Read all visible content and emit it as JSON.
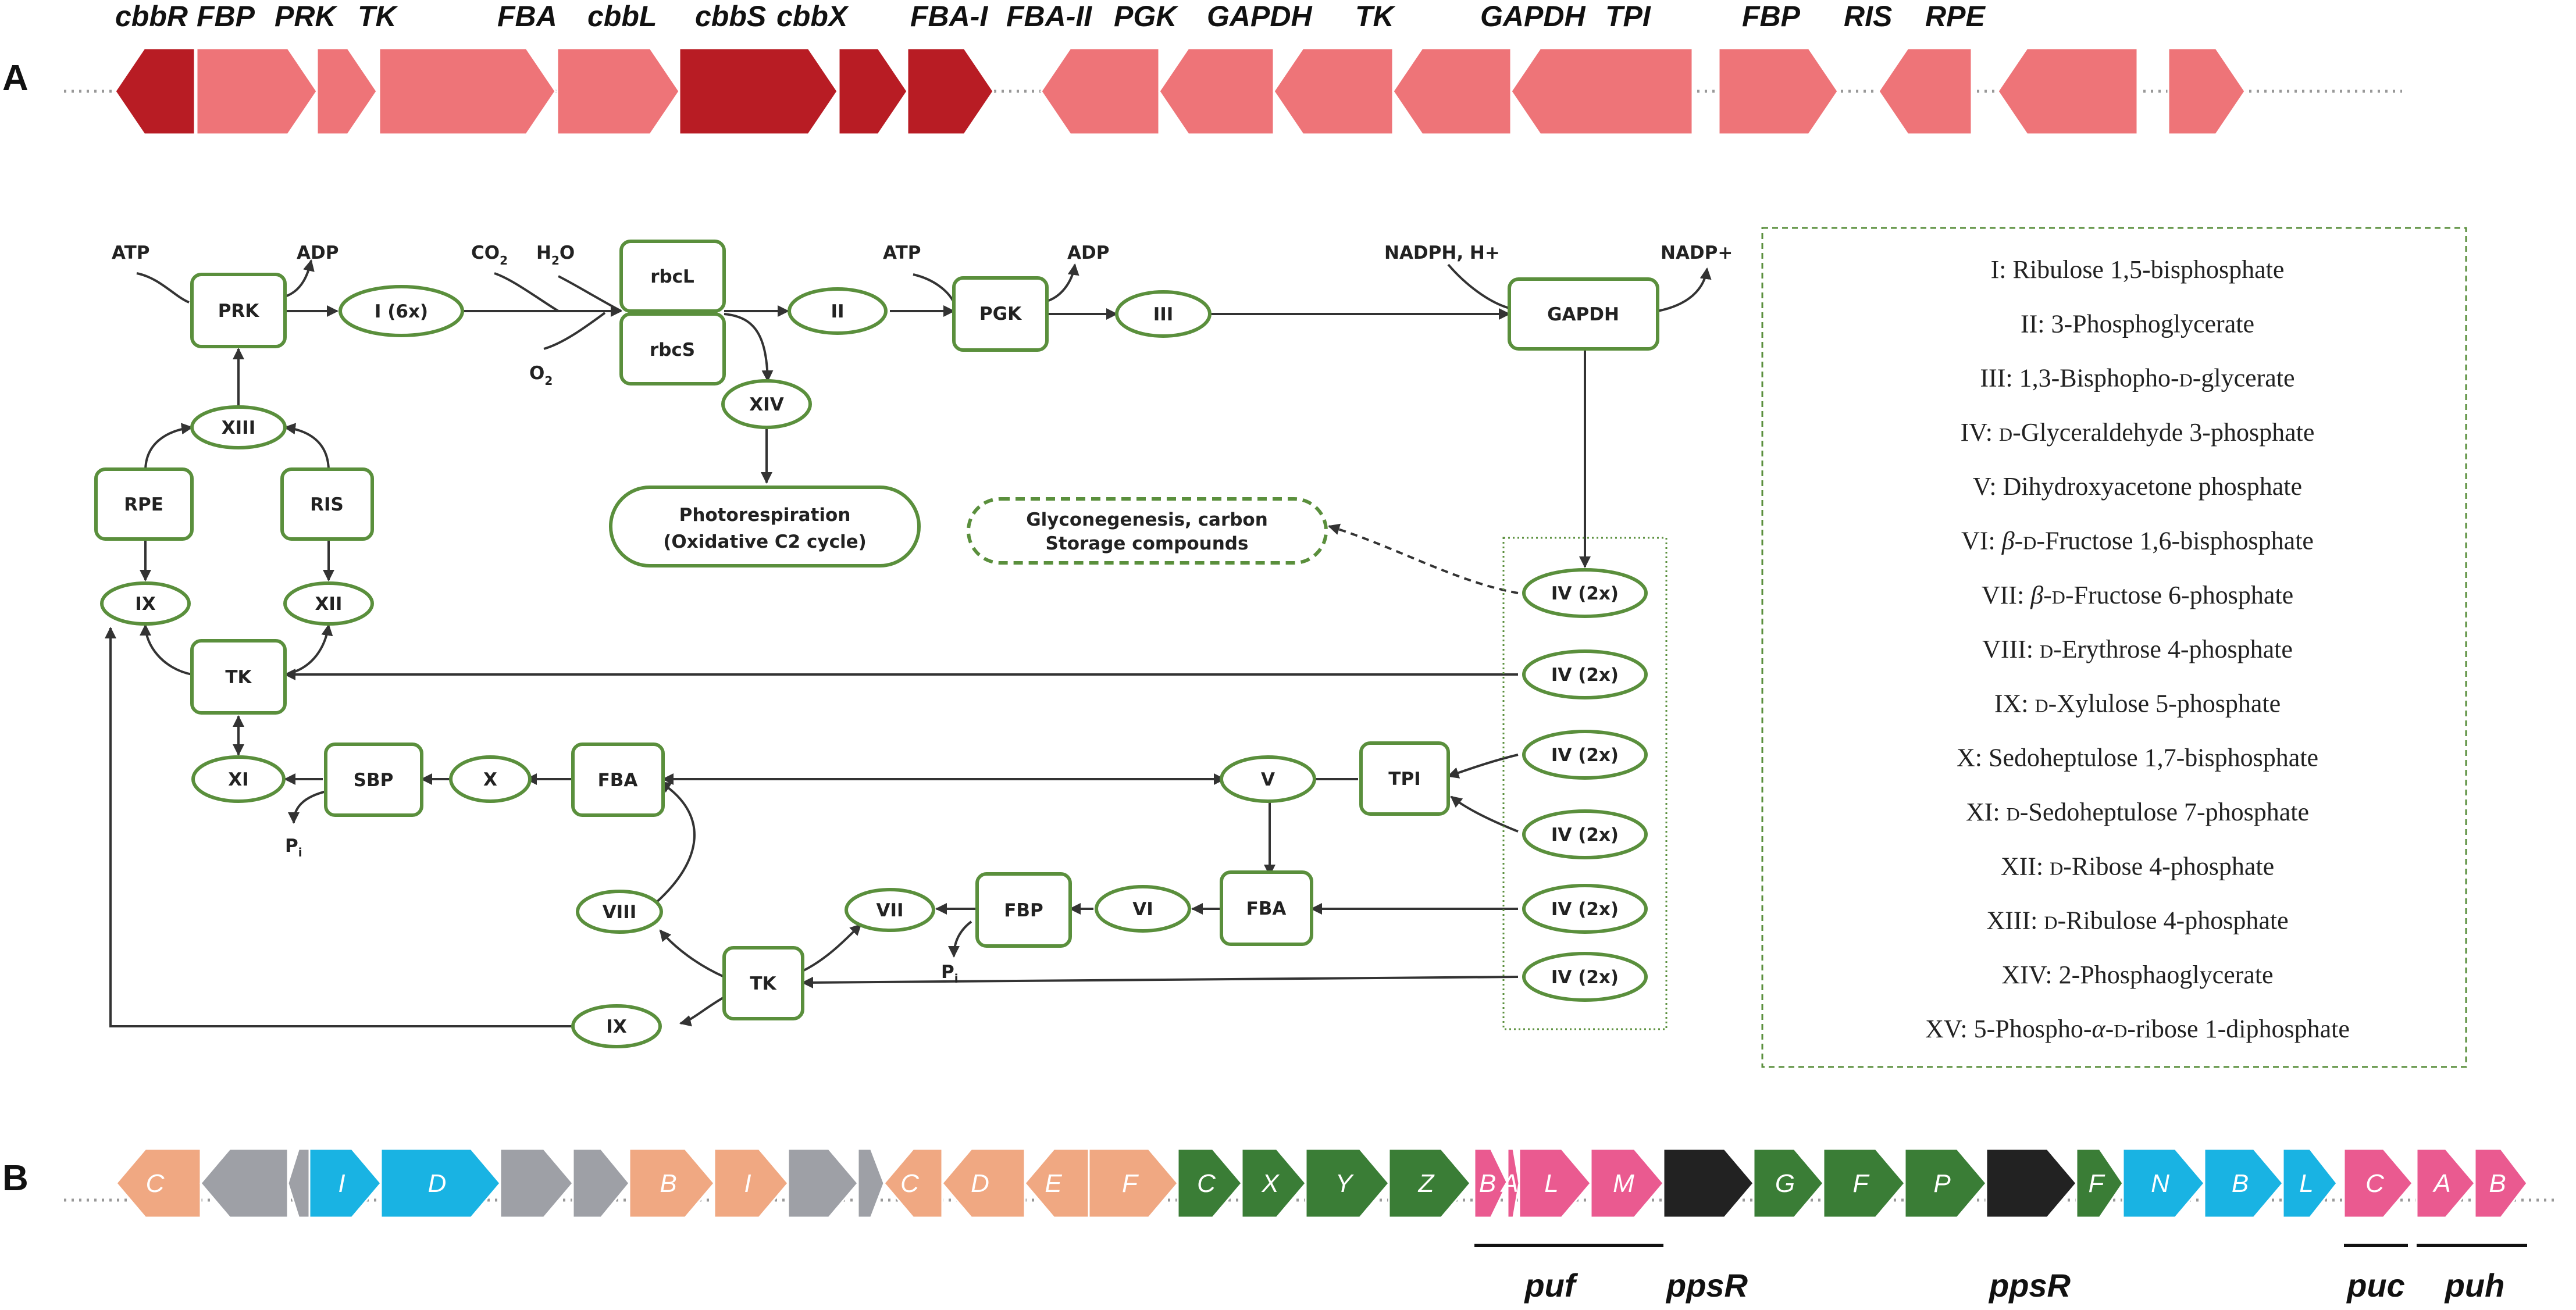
{
  "panel_labels": {
    "a": "A",
    "b": "B"
  },
  "colors": {
    "dark_red": "#b81c24",
    "salmon": "#ee7478",
    "orange": "#f0a882",
    "gray": "#9ea0a6",
    "blue": "#19b3e3",
    "green": "#3a7d36",
    "pink": "#ea5a90",
    "black": "#222222",
    "node_green": "#5a8f3c"
  },
  "panel_a": {
    "gene_labels": [
      "cbbR",
      "FBP",
      "PRK",
      "TK",
      "FBA",
      "cbbL",
      "cbbS",
      "cbbX",
      "FBA-I",
      "FBA-II",
      "PGK",
      "GAPDH",
      "TK",
      "GAPDH",
      "TPI",
      "FBP",
      "RIS",
      "RPE"
    ],
    "arrows": [
      {
        "dir": "left",
        "color": "dark_red"
      },
      {
        "dir": "right",
        "color": "salmon"
      },
      {
        "dir": "right",
        "color": "salmon"
      },
      {
        "dir": "right",
        "color": "salmon"
      },
      {
        "dir": "right",
        "color": "salmon"
      },
      {
        "dir": "right",
        "color": "dark_red"
      },
      {
        "dir": "right",
        "color": "dark_red"
      },
      {
        "dir": "right",
        "color": "dark_red"
      },
      {
        "dir": "left",
        "color": "salmon"
      },
      {
        "dir": "left",
        "color": "salmon"
      },
      {
        "dir": "left",
        "color": "salmon"
      },
      {
        "dir": "left",
        "color": "salmon"
      },
      {
        "dir": "left",
        "color": "salmon"
      },
      {
        "dir": "right",
        "color": "salmon"
      },
      {
        "dir": "left",
        "color": "salmon"
      },
      {
        "dir": "left",
        "color": "salmon"
      },
      {
        "dir": "right",
        "color": "salmon"
      }
    ]
  },
  "pathway": {
    "enzymes": {
      "prk": "PRK",
      "rbcl": "rbcL",
      "rbcs": "rbcS",
      "pgk": "PGK",
      "gapdh": "GAPDH",
      "rpe": "RPE",
      "ris": "RIS",
      "tk1": "TK",
      "sbp": "SBP",
      "fba1": "FBA",
      "tpi": "TPI",
      "fba2": "FBA",
      "fbp": "FBP",
      "tk2": "TK"
    },
    "metabolites": {
      "i6x": "I (6x)",
      "ii": "II",
      "iii": "III",
      "xiv": "XIV",
      "xiii": "XIII",
      "ix1": "IX",
      "xii": "XII",
      "xi": "XI",
      "x": "X",
      "v": "V",
      "viii": "VIII",
      "vii": "VII",
      "vi": "VI",
      "ix2": "IX",
      "iv1": "IV (2x)",
      "iv2": "IV (2x)",
      "iv3": "IV (2x)",
      "iv4": "IV (2x)",
      "iv5": "IV (2x)",
      "iv6": "IV (2x)"
    },
    "photorespiration": [
      "Photorespiration",
      "(Oxidative C2 cycle)"
    ],
    "glyconeogenesis": [
      "Glyconegenesis, carbon",
      "Storage compounds"
    ],
    "cofactors": {
      "atp1": "ATP",
      "adp1": "ADP",
      "co2": "CO",
      "co2_sub": "2",
      "h2o": "H",
      "h2o_sub": "2",
      "h2o_end": "O",
      "o2": "O",
      "o2_sub": "2",
      "atp2": "ATP",
      "adp2": "ADP",
      "nadph": "NADPH, H+",
      "nadp": "NADP+",
      "pi1": "P",
      "pi1_sub": "i",
      "pi2": "P",
      "pi2_sub": "i"
    }
  },
  "legend": [
    [
      "I: ",
      "Ribulose 1,5-bisphosphate"
    ],
    [
      "II: ",
      "3-Phosphoglycerate"
    ],
    [
      "III: ",
      "1,3-Bisphopho-",
      "D",
      "-glycerate"
    ],
    [
      "IV: ",
      "D",
      "-Glyceraldehyde 3-phosphate"
    ],
    [
      "V: ",
      "Dihydroxyacetone phosphate"
    ],
    [
      "VI: ",
      "β",
      "-",
      "D",
      "-Fructose 1,6-bisphosphate"
    ],
    [
      "VII: ",
      "β",
      "-",
      "D",
      "-Fructose 6-phosphate"
    ],
    [
      "VIII: ",
      "D",
      "-Erythrose 4-phosphate"
    ],
    [
      "IX: ",
      "D",
      "-Xylulose 5-phosphate"
    ],
    [
      "X: ",
      "Sedoheptulose 1,7-bisphosphate"
    ],
    [
      "XI: ",
      "D",
      "-Sedoheptulose 7-phosphate"
    ],
    [
      "XII: ",
      "D",
      "-Ribose 4-phosphate"
    ],
    [
      "XIII: ",
      "D",
      "-Ribulose 4-phosphate"
    ],
    [
      "XIV: ",
      "2-Phosphaoglycerate"
    ],
    [
      "XV: ",
      "5-Phospho-",
      "α",
      "-",
      "D",
      "-ribose 1-diphosphate"
    ]
  ],
  "panel_b": {
    "genes": [
      {
        "label": "C",
        "color": "orange",
        "dir": "left"
      },
      {
        "label": "",
        "color": "gray",
        "dir": "left"
      },
      {
        "label": "",
        "color": "gray",
        "dir": "left"
      },
      {
        "label": "I",
        "color": "blue",
        "dir": "right"
      },
      {
        "label": "D",
        "color": "blue",
        "dir": "right"
      },
      {
        "label": "",
        "color": "gray",
        "dir": "right"
      },
      {
        "label": "",
        "color": "gray",
        "dir": "right"
      },
      {
        "label": "B",
        "color": "orange",
        "dir": "right"
      },
      {
        "label": "I",
        "color": "orange",
        "dir": "right"
      },
      {
        "label": "",
        "color": "gray",
        "dir": "right"
      },
      {
        "label": "",
        "color": "gray",
        "dir": "right"
      },
      {
        "label": "C",
        "color": "orange",
        "dir": "left"
      },
      {
        "label": "D",
        "color": "orange",
        "dir": "left"
      },
      {
        "label": "E",
        "color": "orange",
        "dir": "left"
      },
      {
        "label": "F",
        "color": "orange",
        "dir": "right"
      },
      {
        "label": "C",
        "color": "green",
        "dir": "right"
      },
      {
        "label": "X",
        "color": "green",
        "dir": "right"
      },
      {
        "label": "Y",
        "color": "green",
        "dir": "right"
      },
      {
        "label": "Z",
        "color": "green",
        "dir": "right"
      },
      {
        "label": "B",
        "color": "pink",
        "dir": "right"
      },
      {
        "label": "A",
        "color": "pink",
        "dir": "right"
      },
      {
        "label": "L",
        "color": "pink",
        "dir": "right"
      },
      {
        "label": "M",
        "color": "pink",
        "dir": "right"
      },
      {
        "label": "",
        "color": "black",
        "dir": "right"
      },
      {
        "label": "G",
        "color": "green",
        "dir": "right"
      },
      {
        "label": "F",
        "color": "green",
        "dir": "right"
      },
      {
        "label": "P",
        "color": "green",
        "dir": "right"
      },
      {
        "label": "",
        "color": "black",
        "dir": "right"
      },
      {
        "label": "F",
        "color": "green",
        "dir": "right"
      },
      {
        "label": "N",
        "color": "blue",
        "dir": "right"
      },
      {
        "label": "B",
        "color": "blue",
        "dir": "right"
      },
      {
        "label": "L",
        "color": "blue",
        "dir": "right"
      },
      {
        "label": "C",
        "color": "pink",
        "dir": "right"
      },
      {
        "label": "A",
        "color": "pink",
        "dir": "right"
      },
      {
        "label": "B",
        "color": "pink",
        "dir": "right"
      }
    ],
    "cluster_labels": [
      "puf",
      "ppsR",
      "ppsR",
      "puc",
      "puh"
    ]
  }
}
